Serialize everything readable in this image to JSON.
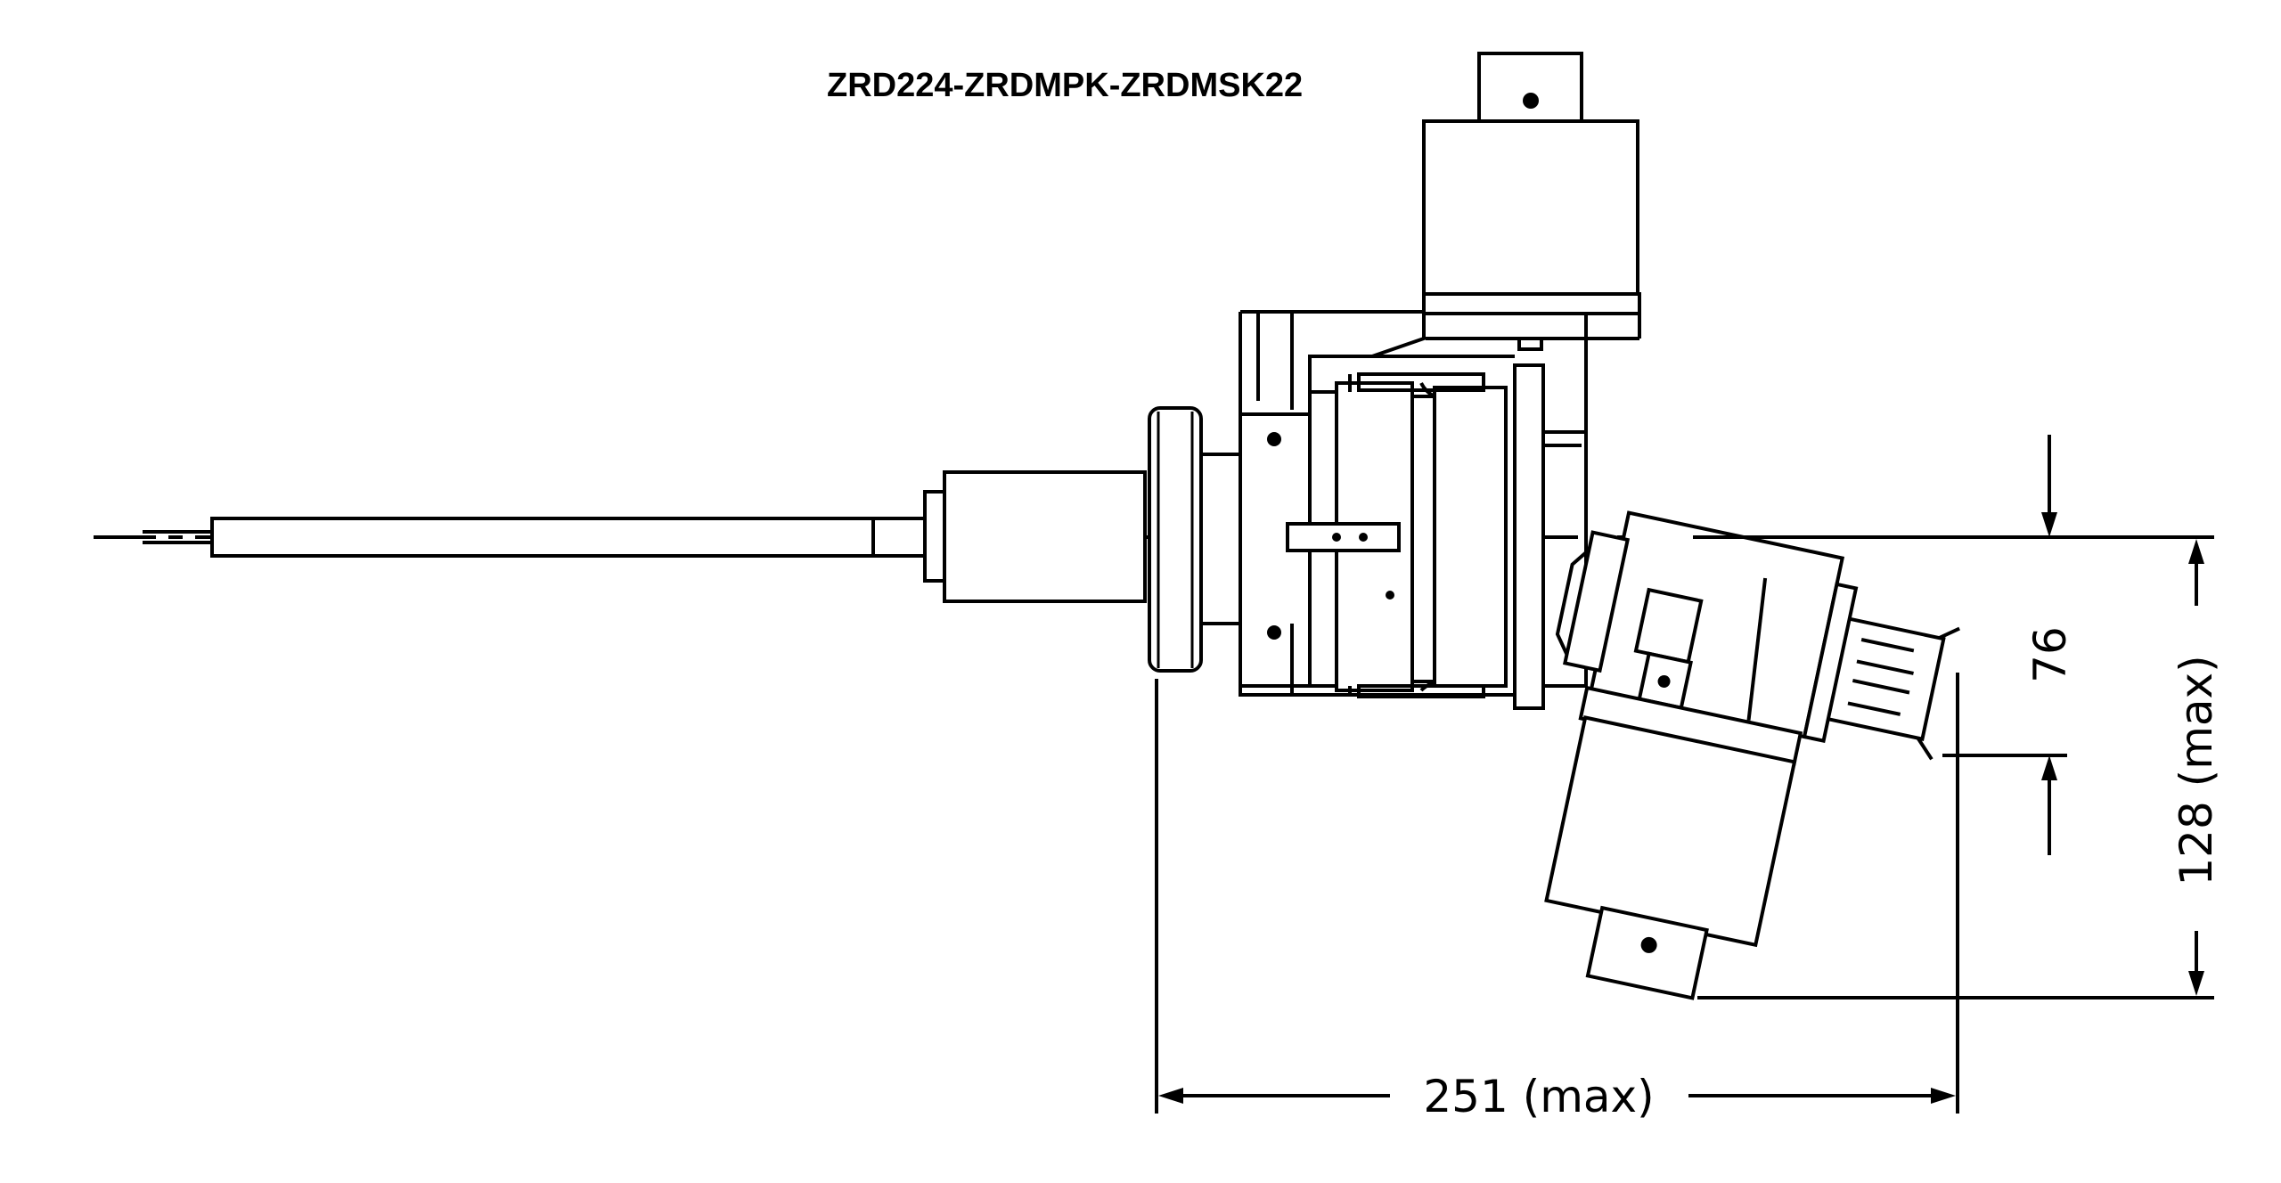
{
  "drawing": {
    "title": "ZRD224-ZRDMPK-ZRDMSK22",
    "dim_vertical_small": "76",
    "dim_vertical_large": "128 (max)",
    "dim_horizontal": "251 (max)",
    "colors": {
      "line": "#000000",
      "background": "#ffffff"
    }
  }
}
